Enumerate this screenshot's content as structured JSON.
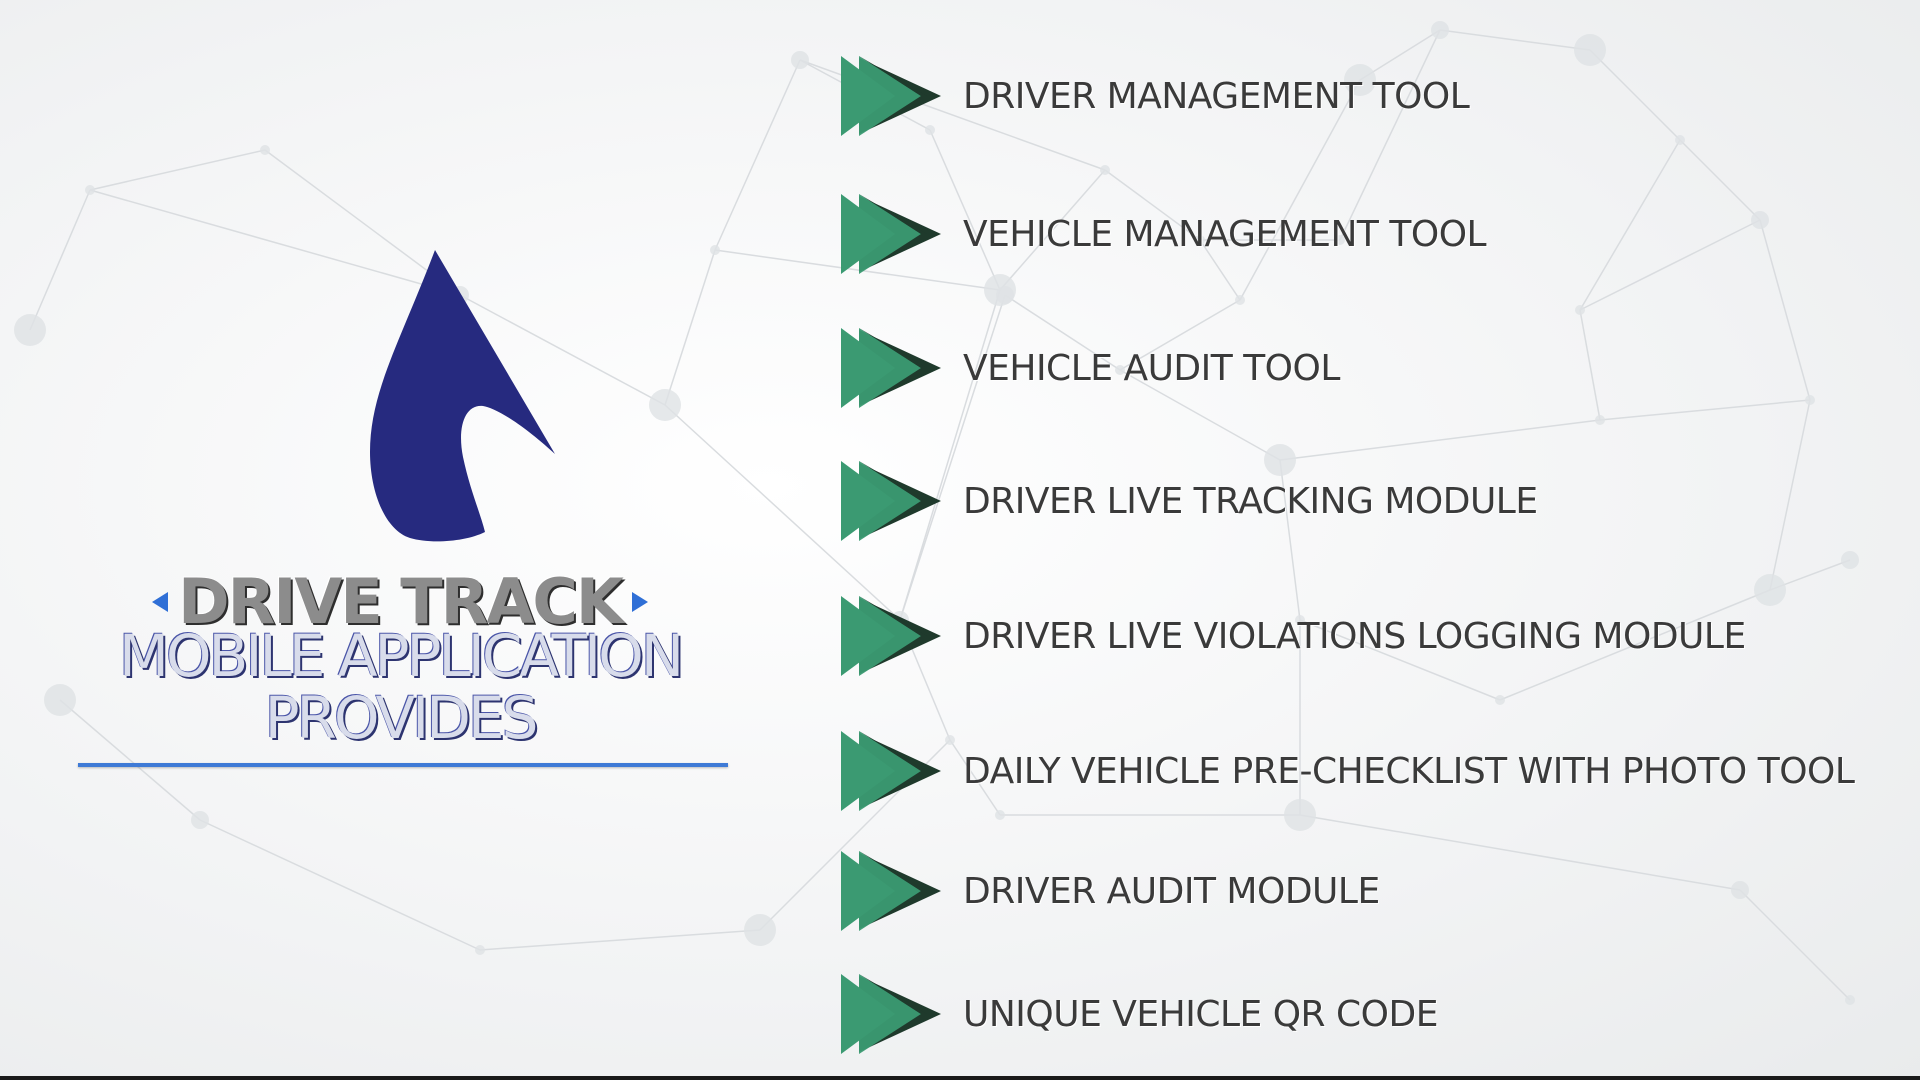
{
  "brand": {
    "name": "DRIVE TRACK",
    "subtitle_line1": "MOBILE APPLICATION",
    "subtitle_line2": "PROVIDES",
    "logo_icon": "navigation-arrow-logo",
    "logo_color": "#262a7f",
    "accent_color": "#2f6fd6"
  },
  "features": {
    "icon": "double-play-arrow-icon",
    "icon_color": "#3b9a72",
    "icon_shadow_color": "#1f3a2c",
    "items": [
      "DRIVER MANAGEMENT TOOL",
      "VEHICLE MANAGEMENT TOOL",
      "VEHICLE AUDIT TOOL",
      "DRIVER LIVE TRACKING MODULE",
      "DRIVER LIVE VIOLATIONS LOGGING MODULE",
      "DAILY VEHICLE PRE-CHECKLIST WITH PHOTO TOOL",
      "DRIVER AUDIT MODULE",
      "UNIQUE VEHICLE QR CODE"
    ]
  }
}
